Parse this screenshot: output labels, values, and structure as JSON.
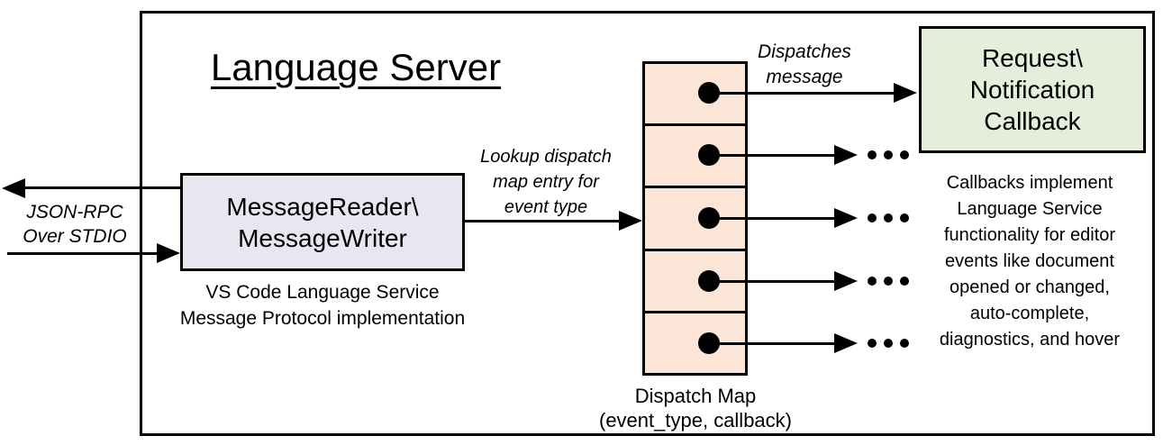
{
  "diagram": {
    "title": "Language Server",
    "io_label": {
      "line1": "JSON-RPC",
      "line2": "Over STDIO"
    },
    "message_box": {
      "line1": "MessageReader\\",
      "line2": "MessageWriter"
    },
    "message_caption": {
      "line1": "VS Code Language Service",
      "line2": "Message Protocol implementation"
    },
    "lookup_label": {
      "line1": "Lookup dispatch",
      "line2": "map entry for",
      "line3": "event type"
    },
    "dispatches_label": {
      "line1": "Dispatches",
      "line2": "message"
    },
    "callback_box": {
      "line1": "Request\\",
      "line2": "Notification",
      "line3": "Callback"
    },
    "callbacks_note": {
      "lines": [
        "Callbacks implement",
        "Language Service",
        "functionality for editor",
        "events like document",
        "opened or changed,",
        "auto-complete,",
        "diagnostics, and hover"
      ]
    },
    "dispatch_caption": {
      "line1": "Dispatch Map",
      "line2": "(event_type, callback)"
    },
    "icons": {
      "ellipsis": "..."
    },
    "colors": {
      "stroke": "#000000",
      "message_box_fill": "#e8e6f0",
      "dispatch_cell_fill": "#fbe5d6",
      "callback_box_fill": "#e5eedb",
      "background": "#ffffff"
    }
  }
}
